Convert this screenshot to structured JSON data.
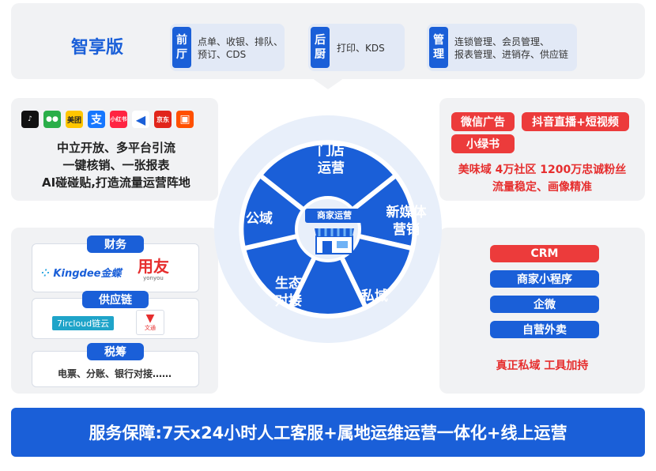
{
  "top": {
    "edition": "智享版",
    "front": {
      "tag": "前\n厅",
      "text": "点单、收银、排队、\n预订、CDS"
    },
    "kitchen": {
      "tag": "后\n厨",
      "text": "打印、KDS"
    },
    "manage": {
      "tag": "管\n理",
      "text": "连锁管理、会员管理、\n报表管理、进销存、供应链"
    }
  },
  "public_domain": {
    "platform_icons": [
      "douyin-icon",
      "wechat-icon",
      "meituan-icon",
      "alipay-icon",
      "xiaohongshu-icon",
      "feishu-icon",
      "jd-icon",
      "kuaishou-icon"
    ],
    "line1": "中立开放、多平台引流",
    "line2": "一键核销、一张报表",
    "line3": "AI碰碰贴,打造流量运营阵地"
  },
  "new_media": {
    "tags": [
      "微信广告",
      "抖音直播+短视频",
      "小绿书"
    ],
    "line1": "美味域 4万社区 1200万忠诚粉丝",
    "line2": "流量稳定、画像精准"
  },
  "wheel": {
    "store_ops": "门店\n运营",
    "new_media": "新媒体\n营销",
    "private": "私域",
    "ecosystem": "生态\n对接",
    "public": "公域",
    "center_title": "商家运营"
  },
  "ecosystem": {
    "finance": "财务",
    "finance_logos": [
      "Kingdee金蝶",
      "用友"
    ],
    "yonyou_sub": "yonyou",
    "supply": "供应链",
    "supply_logos": [
      "7ircloud链云",
      "文通"
    ],
    "tax": "税筹",
    "tax_text": "电票、分账、银行对接……"
  },
  "private": {
    "items": [
      "CRM",
      "商家小程序",
      "企微",
      "自营外卖"
    ],
    "footer": "真正私域 工具加持"
  },
  "service_bar": "服务保障:7天x24小时人工客服+属地运维运营一体化+线上运营",
  "colors": {
    "primary": "#1a5fd8",
    "accent_red": "#ec3b3b",
    "panel": "#f1f2f4"
  }
}
